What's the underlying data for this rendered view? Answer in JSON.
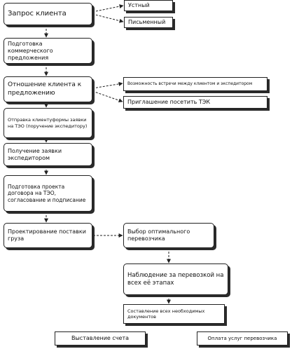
{
  "nodes": {
    "request": "Запрос клиента",
    "oral": "Устный",
    "written": "Письменный",
    "prep_offer": "Подготовка коммерческого предложения",
    "attitude": "Отношение клиента к предложению",
    "meeting": "Возможность встречи между клиентом и экспедитором",
    "invite": "Приглашение посетить ТЭК",
    "send_request": "Отправка клиентуформы заявки на ТЭО (поручение экспедитору)",
    "receive_request": "Получение заявки экспедитором",
    "contract": "Подготовка проекта договора на ТЭО, согласование и подписание",
    "planning": "Проектирование поставки груза",
    "choose_carrier": "Выбор оптимального перевозчика",
    "monitoring": "Наблюдение за перевозкой на всех её этапах",
    "documents": "Составление всех необходимых документов",
    "invoice": "Выставление счета",
    "payment": "Оплата услуг перевозчика"
  }
}
